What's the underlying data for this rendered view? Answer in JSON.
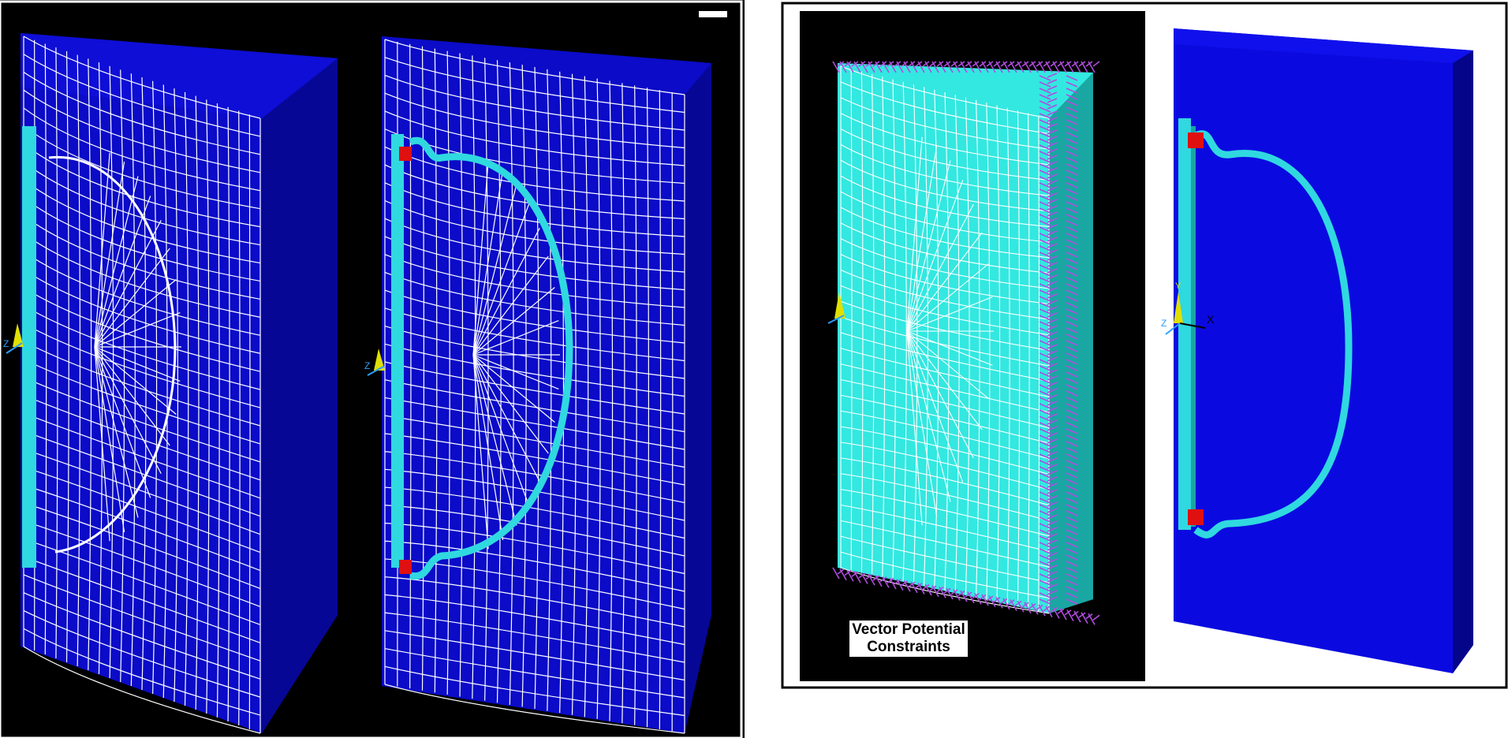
{
  "panels": [
    {
      "id": "left",
      "models": [
        "coarse-mesh",
        "refined-mesh"
      ]
    },
    {
      "id": "right",
      "models": [
        "constraint-view",
        "solid-view"
      ]
    }
  ],
  "colors": {
    "background": "#000000",
    "mesh_solid": "#0b0bc8",
    "mesh_side": "#070796",
    "mesh_lines": "#ffffff",
    "coil": "#30d8e0",
    "cyan_solid": "#33e8e0",
    "cyan_side": "#1aa6a2",
    "constraints": "#b04ce0",
    "solid_blue": "#0a0ae0",
    "solid_side": "#05058a",
    "hot_spot": "#e01010",
    "axis_y": "#e0e000",
    "axis_x": "#000000"
  },
  "annotation": {
    "line1": "Vector Potential",
    "line2": "Constraints"
  },
  "axis_labels": {
    "z": "Z",
    "x": "X",
    "y": "Y"
  }
}
